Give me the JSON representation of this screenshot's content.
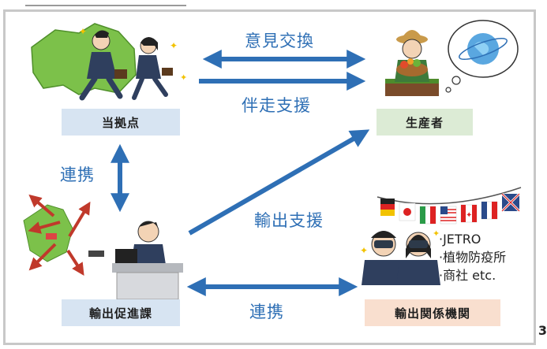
{
  "nodes": {
    "base": "当拠点",
    "producer": "生産者",
    "export_division": "輸出促進課",
    "export_agencies": "輸出関係機関"
  },
  "arrows": {
    "exchange": "意見交換",
    "support": "伴走支援",
    "cooperation_left": "連携",
    "export_support": "輸出支援",
    "cooperation_bottom": "連携"
  },
  "agencies": [
    "·JETRO",
    "·植物防疫所",
    "·商社 etc."
  ],
  "edge_number": "3",
  "colors": {
    "arrow": "#2e6fb5",
    "label_blue": "#d7e4f2",
    "label_green": "#dcebd5",
    "label_peach": "#f9dfcf"
  }
}
